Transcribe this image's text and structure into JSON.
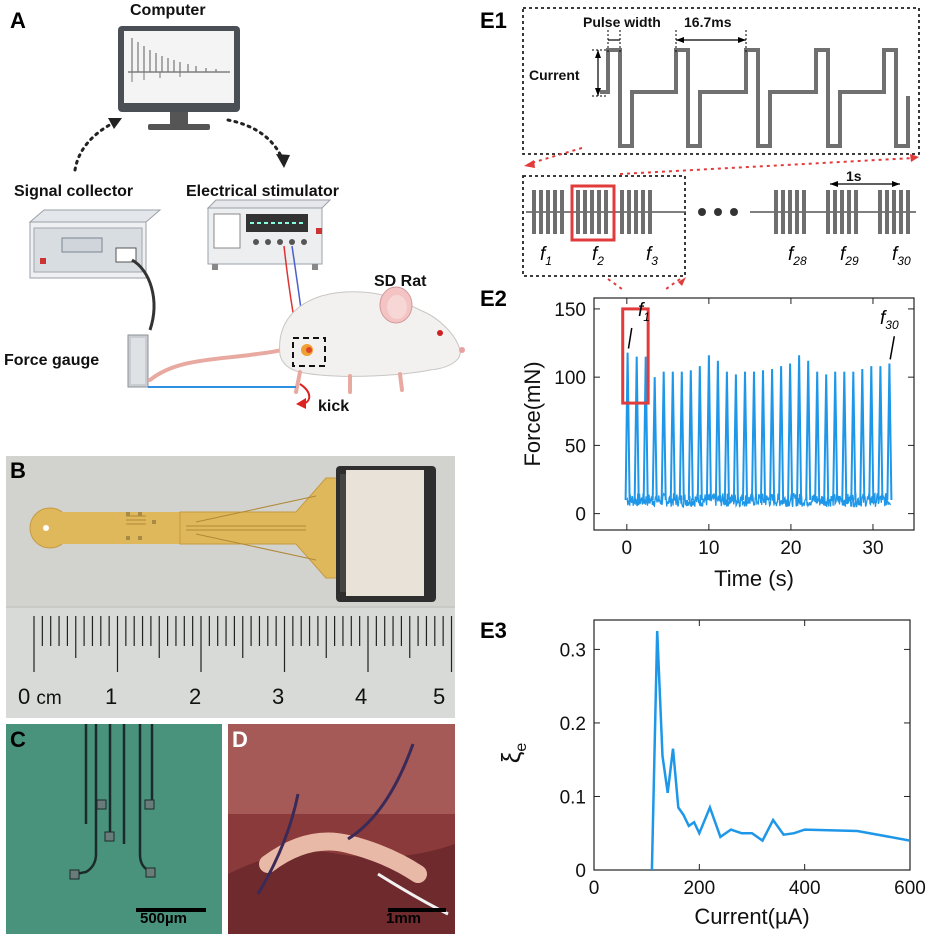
{
  "panels": {
    "A": {
      "letter": "A",
      "labels": {
        "computer": "Computer",
        "signal_collector": "Signal collector",
        "electrical_stimulator": "Electrical stimulator",
        "sd_rat": "SD Rat",
        "force_gauge": "Force gauge",
        "kick": "kick"
      }
    },
    "B": {
      "letter": "B",
      "ruler_unit": "cm",
      "ruler_numbers": [
        "0",
        "1",
        "2",
        "3",
        "4",
        "5"
      ]
    },
    "C": {
      "letter": "C",
      "scale_bar": "500µm"
    },
    "D": {
      "letter": "D",
      "scale_bar": "1mm"
    },
    "E1": {
      "letter": "E1",
      "pulse_width": "Pulse width",
      "period": "16.7ms",
      "current": "Current",
      "interval": "1s",
      "train_labels": [
        {
          "base": "f",
          "sub": "1"
        },
        {
          "base": "f",
          "sub": "2"
        },
        {
          "base": "f",
          "sub": "3"
        },
        {
          "base": "f",
          "sub": "28"
        },
        {
          "base": "f",
          "sub": "29"
        },
        {
          "base": "f",
          "sub": "30"
        }
      ]
    },
    "E2": {
      "letter": "E2",
      "callout_first": {
        "base": "f",
        "sub": "1"
      },
      "callout_last": {
        "base": "f",
        "sub": "30"
      }
    },
    "E3": {
      "letter": "E3"
    }
  },
  "colors": {
    "series": "#1f97e8",
    "highlight": "#e23b3b",
    "waveform": "#707070"
  },
  "chart_data": [
    {
      "type": "line",
      "id": "E2",
      "xlabel": "Time (s)",
      "ylabel": "Force(mN)",
      "xlim": [
        -4,
        35
      ],
      "ylim": [
        -12,
        158
      ],
      "xticks": [
        0,
        10,
        20,
        30
      ],
      "yticks": [
        0,
        50,
        100,
        150
      ],
      "baseline_range": [
        5,
        15
      ],
      "series": [
        {
          "x": [
            0.1,
            1.2,
            2.3,
            3.4,
            4.5,
            5.6,
            6.7,
            7.8,
            8.9,
            10.0,
            11.1,
            12.2,
            13.3,
            14.4,
            15.5,
            16.6,
            17.7,
            18.8,
            19.9,
            21.0,
            22.1,
            23.2,
            24.3,
            25.4,
            26.5,
            27.6,
            28.7,
            29.8,
            30.9,
            32.0
          ],
          "y": [
            118,
            115,
            115,
            100,
            104,
            104,
            104,
            105,
            108,
            116,
            112,
            104,
            102,
            104,
            104,
            105,
            106,
            108,
            110,
            116,
            112,
            104,
            102,
            104,
            104,
            104,
            106,
            108,
            108,
            110
          ]
        }
      ]
    },
    {
      "type": "line",
      "id": "E3",
      "xlabel": "Current(µA)",
      "ylabel": "ξ",
      "ylabel_sub": "e",
      "xlim": [
        0,
        600
      ],
      "ylim": [
        0,
        0.34
      ],
      "xticks": [
        0,
        200,
        400,
        600
      ],
      "yticks": [
        0,
        0.1,
        0.2,
        0.3
      ],
      "series": [
        {
          "x": [
            110,
            120,
            130,
            140,
            150,
            160,
            170,
            180,
            190,
            200,
            220,
            240,
            260,
            280,
            300,
            320,
            340,
            360,
            380,
            400,
            500,
            600
          ],
          "y": [
            0,
            0.325,
            0.155,
            0.105,
            0.165,
            0.085,
            0.075,
            0.06,
            0.065,
            0.05,
            0.085,
            0.045,
            0.055,
            0.05,
            0.05,
            0.04,
            0.068,
            0.048,
            0.05,
            0.055,
            0.053,
            0.04
          ]
        }
      ]
    }
  ]
}
